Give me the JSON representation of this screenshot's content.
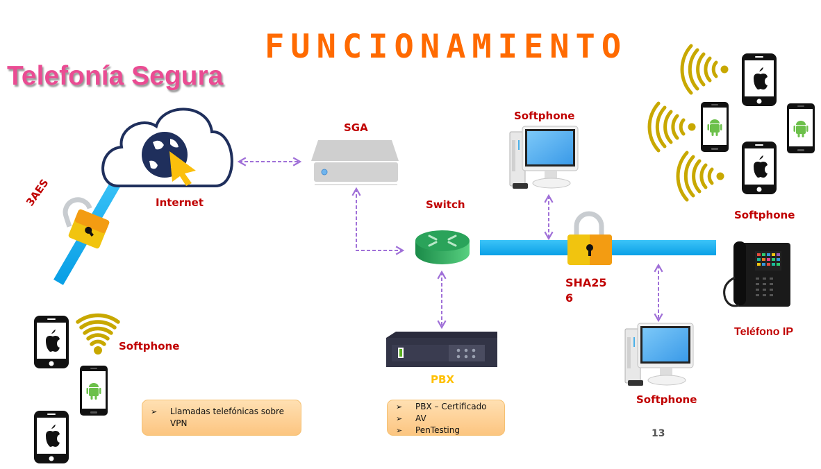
{
  "slide": {
    "title": "FUNCIONAMIENTO",
    "subtitle": "Telefonía Segura",
    "page_number": "13"
  },
  "nodes": {
    "internet": {
      "label": "Internet",
      "icon": "cloud-globe-cursor-icon"
    },
    "encryption_left": {
      "label": "3AES",
      "icon": "padlock-icon"
    },
    "sga": {
      "label": "SGA",
      "icon": "server-icon"
    },
    "switch": {
      "label": "Switch",
      "icon": "router-switch-icon"
    },
    "pbx": {
      "label": "PBX",
      "icon": "pbx-rack-icon"
    },
    "softphone_desktop_top": {
      "label": "Softphone",
      "icon": "desktop-computer-icon"
    },
    "softphone_desktop_bottom": {
      "label": "Softphone",
      "icon": "desktop-computer-icon"
    },
    "encryption_bus": {
      "label_line1": "SHA25",
      "label_line2": "6",
      "icon": "padlock-icon"
    },
    "softphone_mobile_right": {
      "label": "Softphone",
      "icon": "mobile-phones-wifi-icon"
    },
    "ip_phone": {
      "label": "Teléfono IP",
      "icon": "ip-desk-phone-icon"
    },
    "softphone_mobile_left": {
      "label": "Softphone",
      "icon": "mobile-phones-wifi-icon"
    }
  },
  "notes": {
    "vpn": {
      "items": [
        "Llamadas telefónicas sobre VPN"
      ]
    },
    "pbx": {
      "items": [
        "PBX – Certificado",
        "AV",
        "PenTesting"
      ]
    }
  },
  "colors": {
    "title": "#ff6a00",
    "subtitle": "#ea4c93",
    "labels": "#c00000",
    "pbx_label": "#ffc000",
    "connector": "#a070d8",
    "bus": "#1ab0f0",
    "wifi": "#c8a800"
  }
}
